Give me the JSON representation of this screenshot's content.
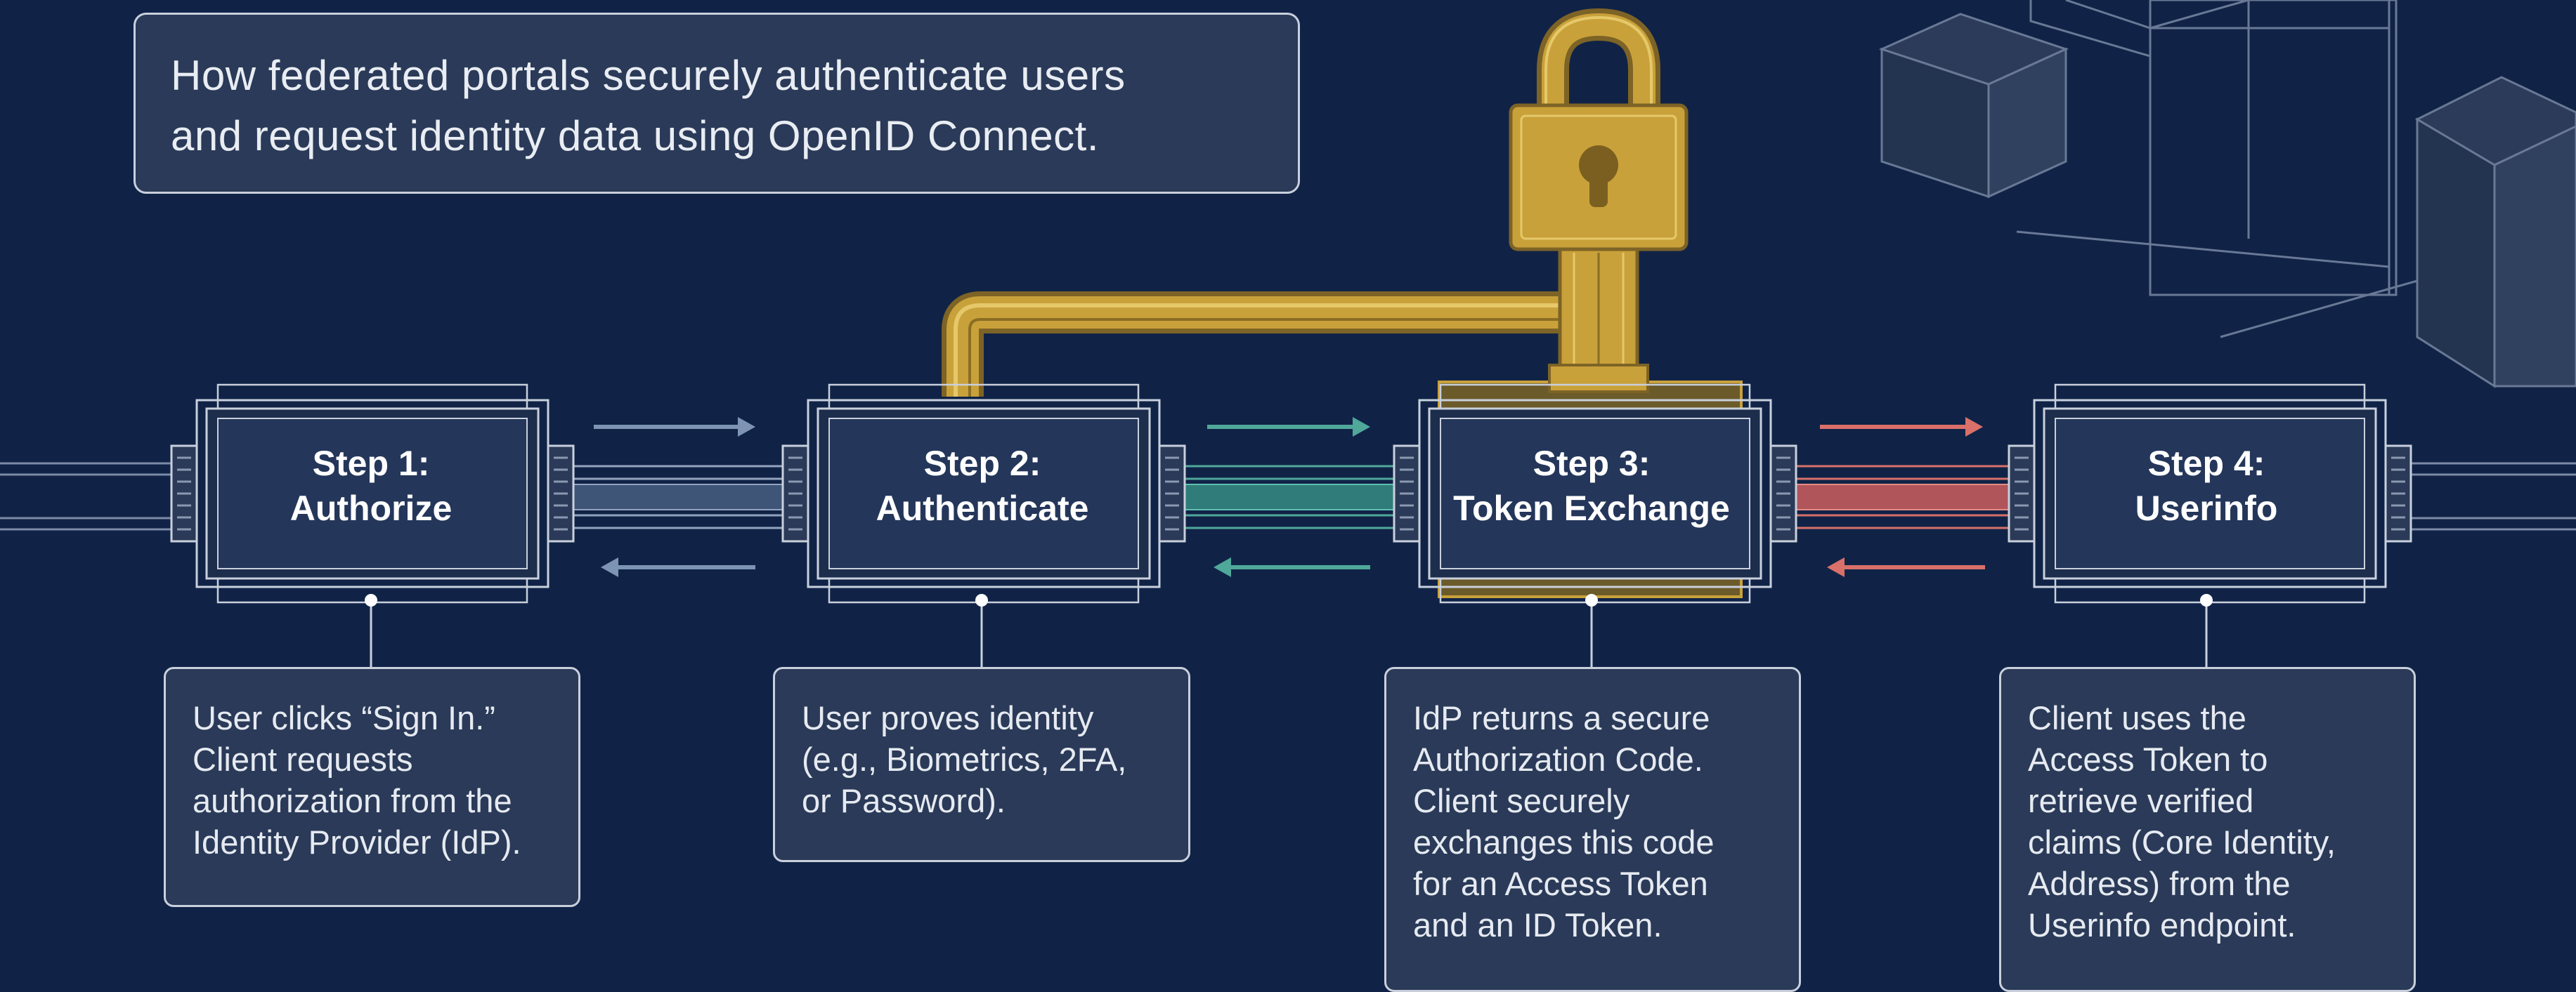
{
  "title": {
    "line1": "How federated portals securely authenticate users",
    "line2": "and request identity data using OpenID Connect."
  },
  "steps": [
    {
      "title": "Step 1:",
      "subtitle": "Authorize",
      "description": [
        "User clicks “Sign In.”",
        "Client requests",
        "authorization from the",
        "Identity Provider (IdP)."
      ]
    },
    {
      "title": "Step 2:",
      "subtitle": "Authenticate",
      "description": [
        "User proves identity",
        "(e.g., Biometrics, 2FA,",
        "or Password)."
      ]
    },
    {
      "title": "Step 3:",
      "subtitle": "Token Exchange",
      "description": [
        "IdP returns a secure",
        "Authorization Code.",
        "Client securely",
        "exchanges this code",
        "for an Access Token",
        "and an ID Token."
      ]
    },
    {
      "title": "Step 4:",
      "subtitle": "Userinfo",
      "description": [
        "Client uses the",
        "Access Token to",
        "retrieve verified",
        "claims (Core Identity,",
        "Address) from the",
        "Userinfo endpoint."
      ]
    }
  ],
  "icons": [
    "padlock-icon",
    "server-block-icon"
  ],
  "colors": {
    "background": "#102347",
    "box_fill": "#2a3a58",
    "box_border": "#c9d0dc",
    "gold": "#c9a13a",
    "teal": "#4fa89a",
    "coral": "#d9706a",
    "arrow_blue": "#7d94b5"
  }
}
